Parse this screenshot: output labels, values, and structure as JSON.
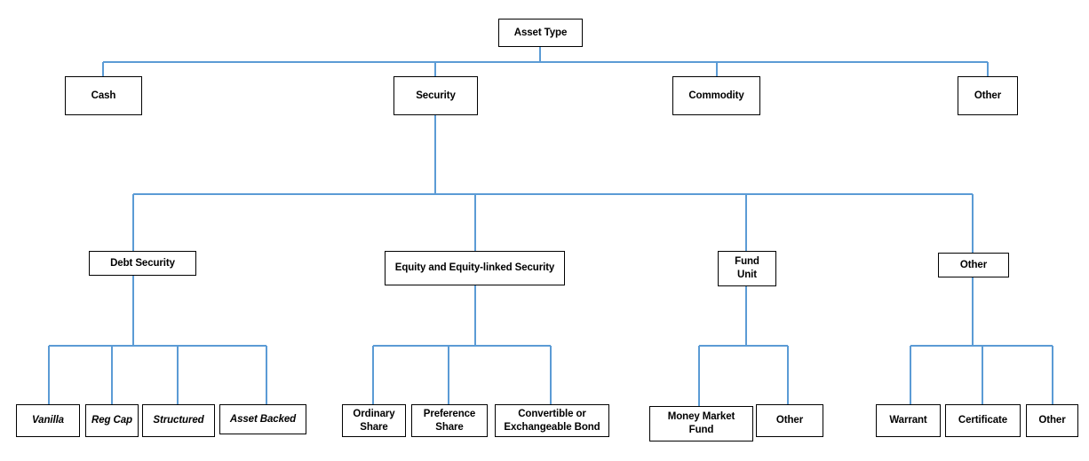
{
  "diagram": {
    "title": "Asset Type",
    "type": "hierarchy-tree",
    "connector_color": "#5B9BD5",
    "box_border_color": "#000000",
    "background_color": "#FFFFFF",
    "levels": 4
  },
  "nodes": {
    "root": {
      "label": "Asset Type"
    },
    "level2": [
      {
        "label": "Cash"
      },
      {
        "label": "Security"
      },
      {
        "label": "Commodity"
      },
      {
        "label": "Other"
      }
    ],
    "level3": [
      {
        "label": "Debt Security"
      },
      {
        "label": "Equity and Equity-linked Security"
      },
      {
        "label": "Fund\nUnit"
      },
      {
        "label": "Other"
      }
    ],
    "level4_debt": [
      {
        "label": "Vanilla"
      },
      {
        "label": "Reg Cap"
      },
      {
        "label": "Structured"
      },
      {
        "label": "Asset Backed"
      }
    ],
    "level4_equity": [
      {
        "label": "Ordinary\nShare"
      },
      {
        "label": "Preference\nShare"
      },
      {
        "label": "Convertible or\nExchangeable Bond"
      }
    ],
    "level4_fund": [
      {
        "label": "Money Market\nFund"
      },
      {
        "label": "Other"
      }
    ],
    "level4_other": [
      {
        "label": "Warrant"
      },
      {
        "label": "Certificate"
      },
      {
        "label": "Other"
      }
    ]
  }
}
